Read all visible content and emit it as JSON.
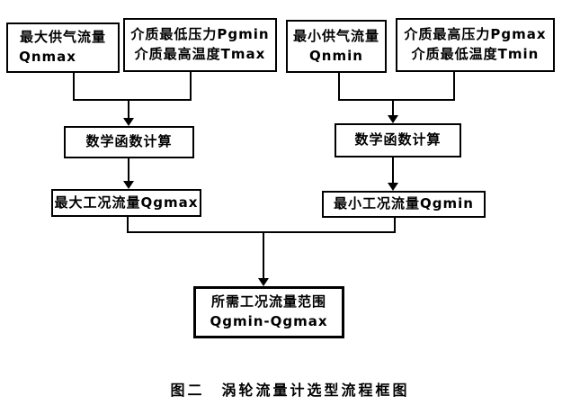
{
  "figure": {
    "caption": "图二　涡轮流量计选型流程框图"
  },
  "nodes": {
    "qnmax": {
      "line1": "最大供气流量",
      "line2": "Qnmax"
    },
    "pgmin_tmax": {
      "line1": "介质最低压力Pgmin",
      "line2": "介质最高温度Tmax"
    },
    "qnmin": {
      "line1": "最小供气流量",
      "line2": "Qnmin"
    },
    "pgmax_tmin": {
      "line1": "介质最高压力Pgmax",
      "line2": "介质最低温度Tmin"
    },
    "math_left": {
      "label": "数学函数计算"
    },
    "math_right": {
      "label": "数学函数计算"
    },
    "qgmax": {
      "label": "最大工况流量Qgmax"
    },
    "qgmin": {
      "label": "最小工况流量Qgmin"
    },
    "range": {
      "line1": "所需工况流量范围",
      "line2": "Qgmin-Qgmax"
    }
  },
  "colors": {
    "line": "#000000",
    "text": "#000000",
    "background": "#ffffff"
  }
}
